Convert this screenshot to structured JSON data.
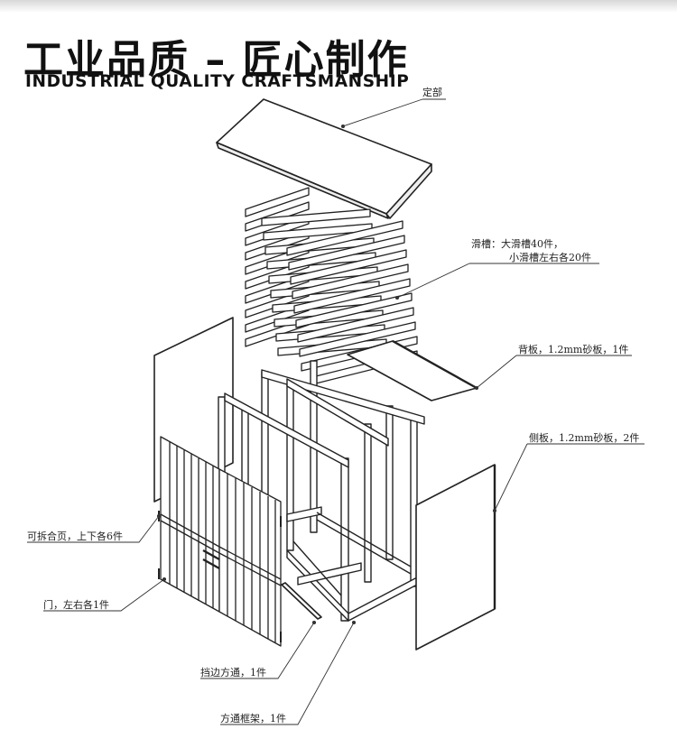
{
  "header": {
    "title_cn": "工业品质 – 匠心制作",
    "title_en": "INDUSTRIAL QUALITY CRAFTSMANSHIP"
  },
  "callouts": {
    "top": "定部",
    "slots_line1": "滑槽：大滑槽40件，",
    "slots_line2": "小滑槽左右各20件",
    "back_panel": "背板，1.2mm砂板，1件",
    "side_panel": "侧板，1.2mm砂板，2件",
    "hinge": "可拆合页，上下各6件",
    "door": "门，左右各1件",
    "edge_tube": "挡边方通，1件",
    "frame": "方通框架，1件"
  }
}
